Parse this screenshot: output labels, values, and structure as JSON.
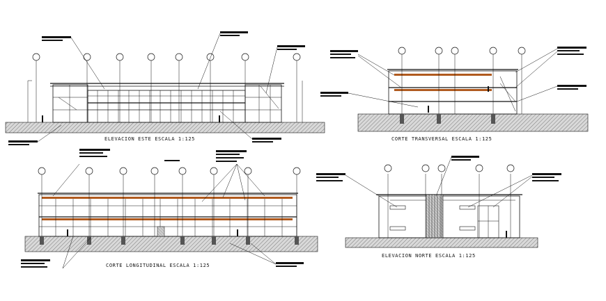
{
  "drawings": {
    "elevacion_este": {
      "title": "ELEVACION ESTE ESCALA 1:125"
    },
    "corte_transversal": {
      "title": "CORTE TRANSVERSAL ESCALA 1:125"
    },
    "corte_longitudinal": {
      "title": "CORTE LONGITUDINAL ESCALA 1:125"
    },
    "elevacion_norte": {
      "title": "ELEVACION NORTE ESCALA 1:125"
    }
  },
  "colors": {
    "ink": "#111111",
    "ground": "#8a8a8a",
    "accent_strip": "#b05a1e",
    "paper": "#ffffff"
  }
}
